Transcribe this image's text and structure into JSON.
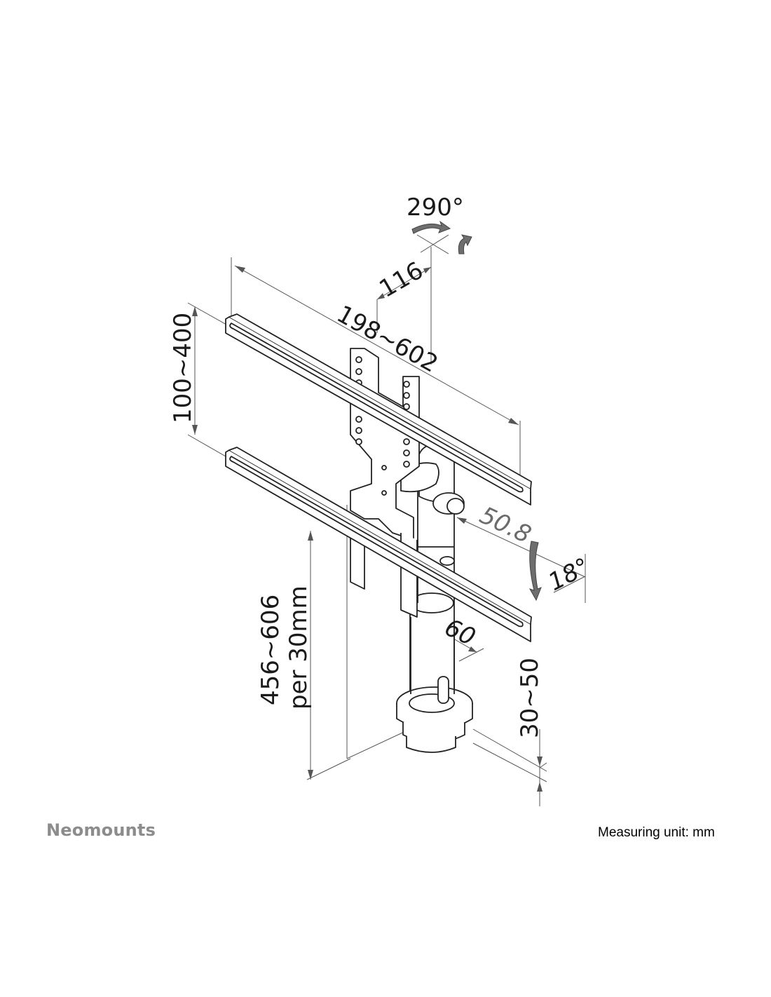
{
  "brand": {
    "logo_text": "Neomounts"
  },
  "footer": {
    "measuring_unit": "Measuring unit: mm"
  },
  "dimensions": {
    "swivel": "290°",
    "depth_offset": "116",
    "vesa_width": "198~602",
    "vesa_height": "100~400",
    "pole_offset": "50.8",
    "tilt": "18°",
    "pole_diameter": "60",
    "height_range": "456~606",
    "height_step": "per 30mm",
    "desk_thickness": "30~50"
  },
  "colors": {
    "line": "#222222",
    "dim_line": "#555555",
    "arrow_fill": "#6e6e6e",
    "brand": "#8c8c8c"
  }
}
